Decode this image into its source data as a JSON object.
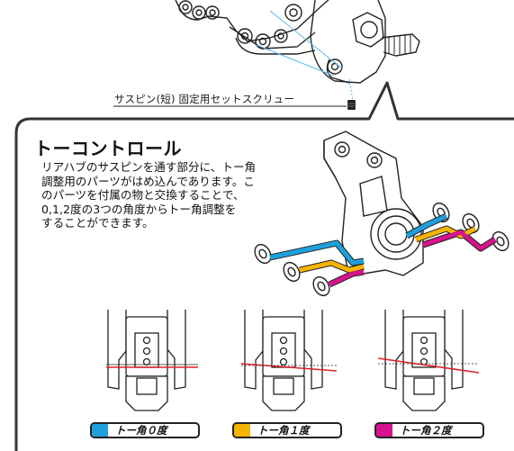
{
  "callout": {
    "label": "サスピン(短) 固定用セットスクリュー"
  },
  "section": {
    "title": "トーコントロール",
    "description_lines": [
      "リアハブのサスピンを通す部分に、トー角",
      "調整用のパーツがはめ込んであります。こ",
      "のパーツを付属の物と交換することで、",
      "0,1,2度の3つの角度からトー角調整を",
      "することができます。"
    ]
  },
  "legend": [
    {
      "label": "トー角０度",
      "color": "#1ea0dc"
    },
    {
      "label": "トー角１度",
      "color": "#f5b400"
    },
    {
      "label": "トー角２度",
      "color": "#d6138c"
    }
  ]
}
